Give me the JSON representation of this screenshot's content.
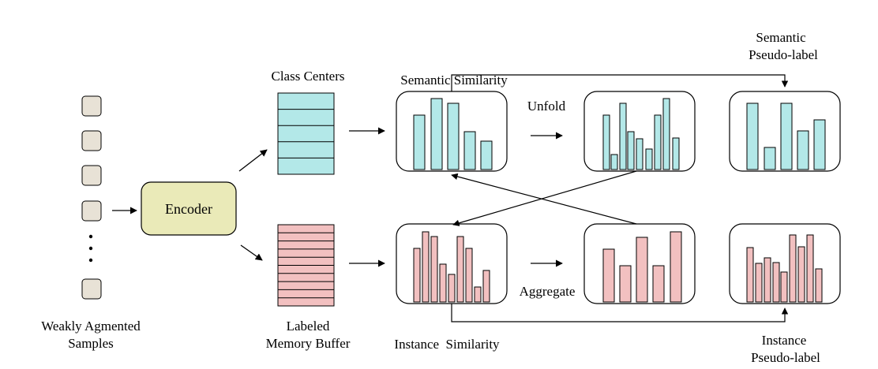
{
  "labels": {
    "input_line1": "Weakly Agmented",
    "input_line2": "Samples",
    "encoder": "Encoder",
    "class_centers": "Class Centers",
    "memory_line1": "Labeled",
    "memory_line2": "Memory Buffer",
    "semantic_similarity": "Semantic Similarity",
    "instance_similarity": "Instance  Similarity",
    "unfold": "Unfold",
    "aggregate": "Aggregate",
    "semantic_pl_line1": "Semantic",
    "semantic_pl_line2": "Pseudo-label",
    "instance_pl_line1": "Instance",
    "instance_pl_line2": "Pseudo-label"
  },
  "colors": {
    "semantic_fill": "#b3e8e8",
    "instance_fill": "#f2c0c0",
    "encoder_fill": "#eaeab8",
    "sample_fill": "#e8e2d6",
    "stroke": "#000000"
  },
  "icons": {
    "ellipsis": "vertical-dots-icon"
  }
}
